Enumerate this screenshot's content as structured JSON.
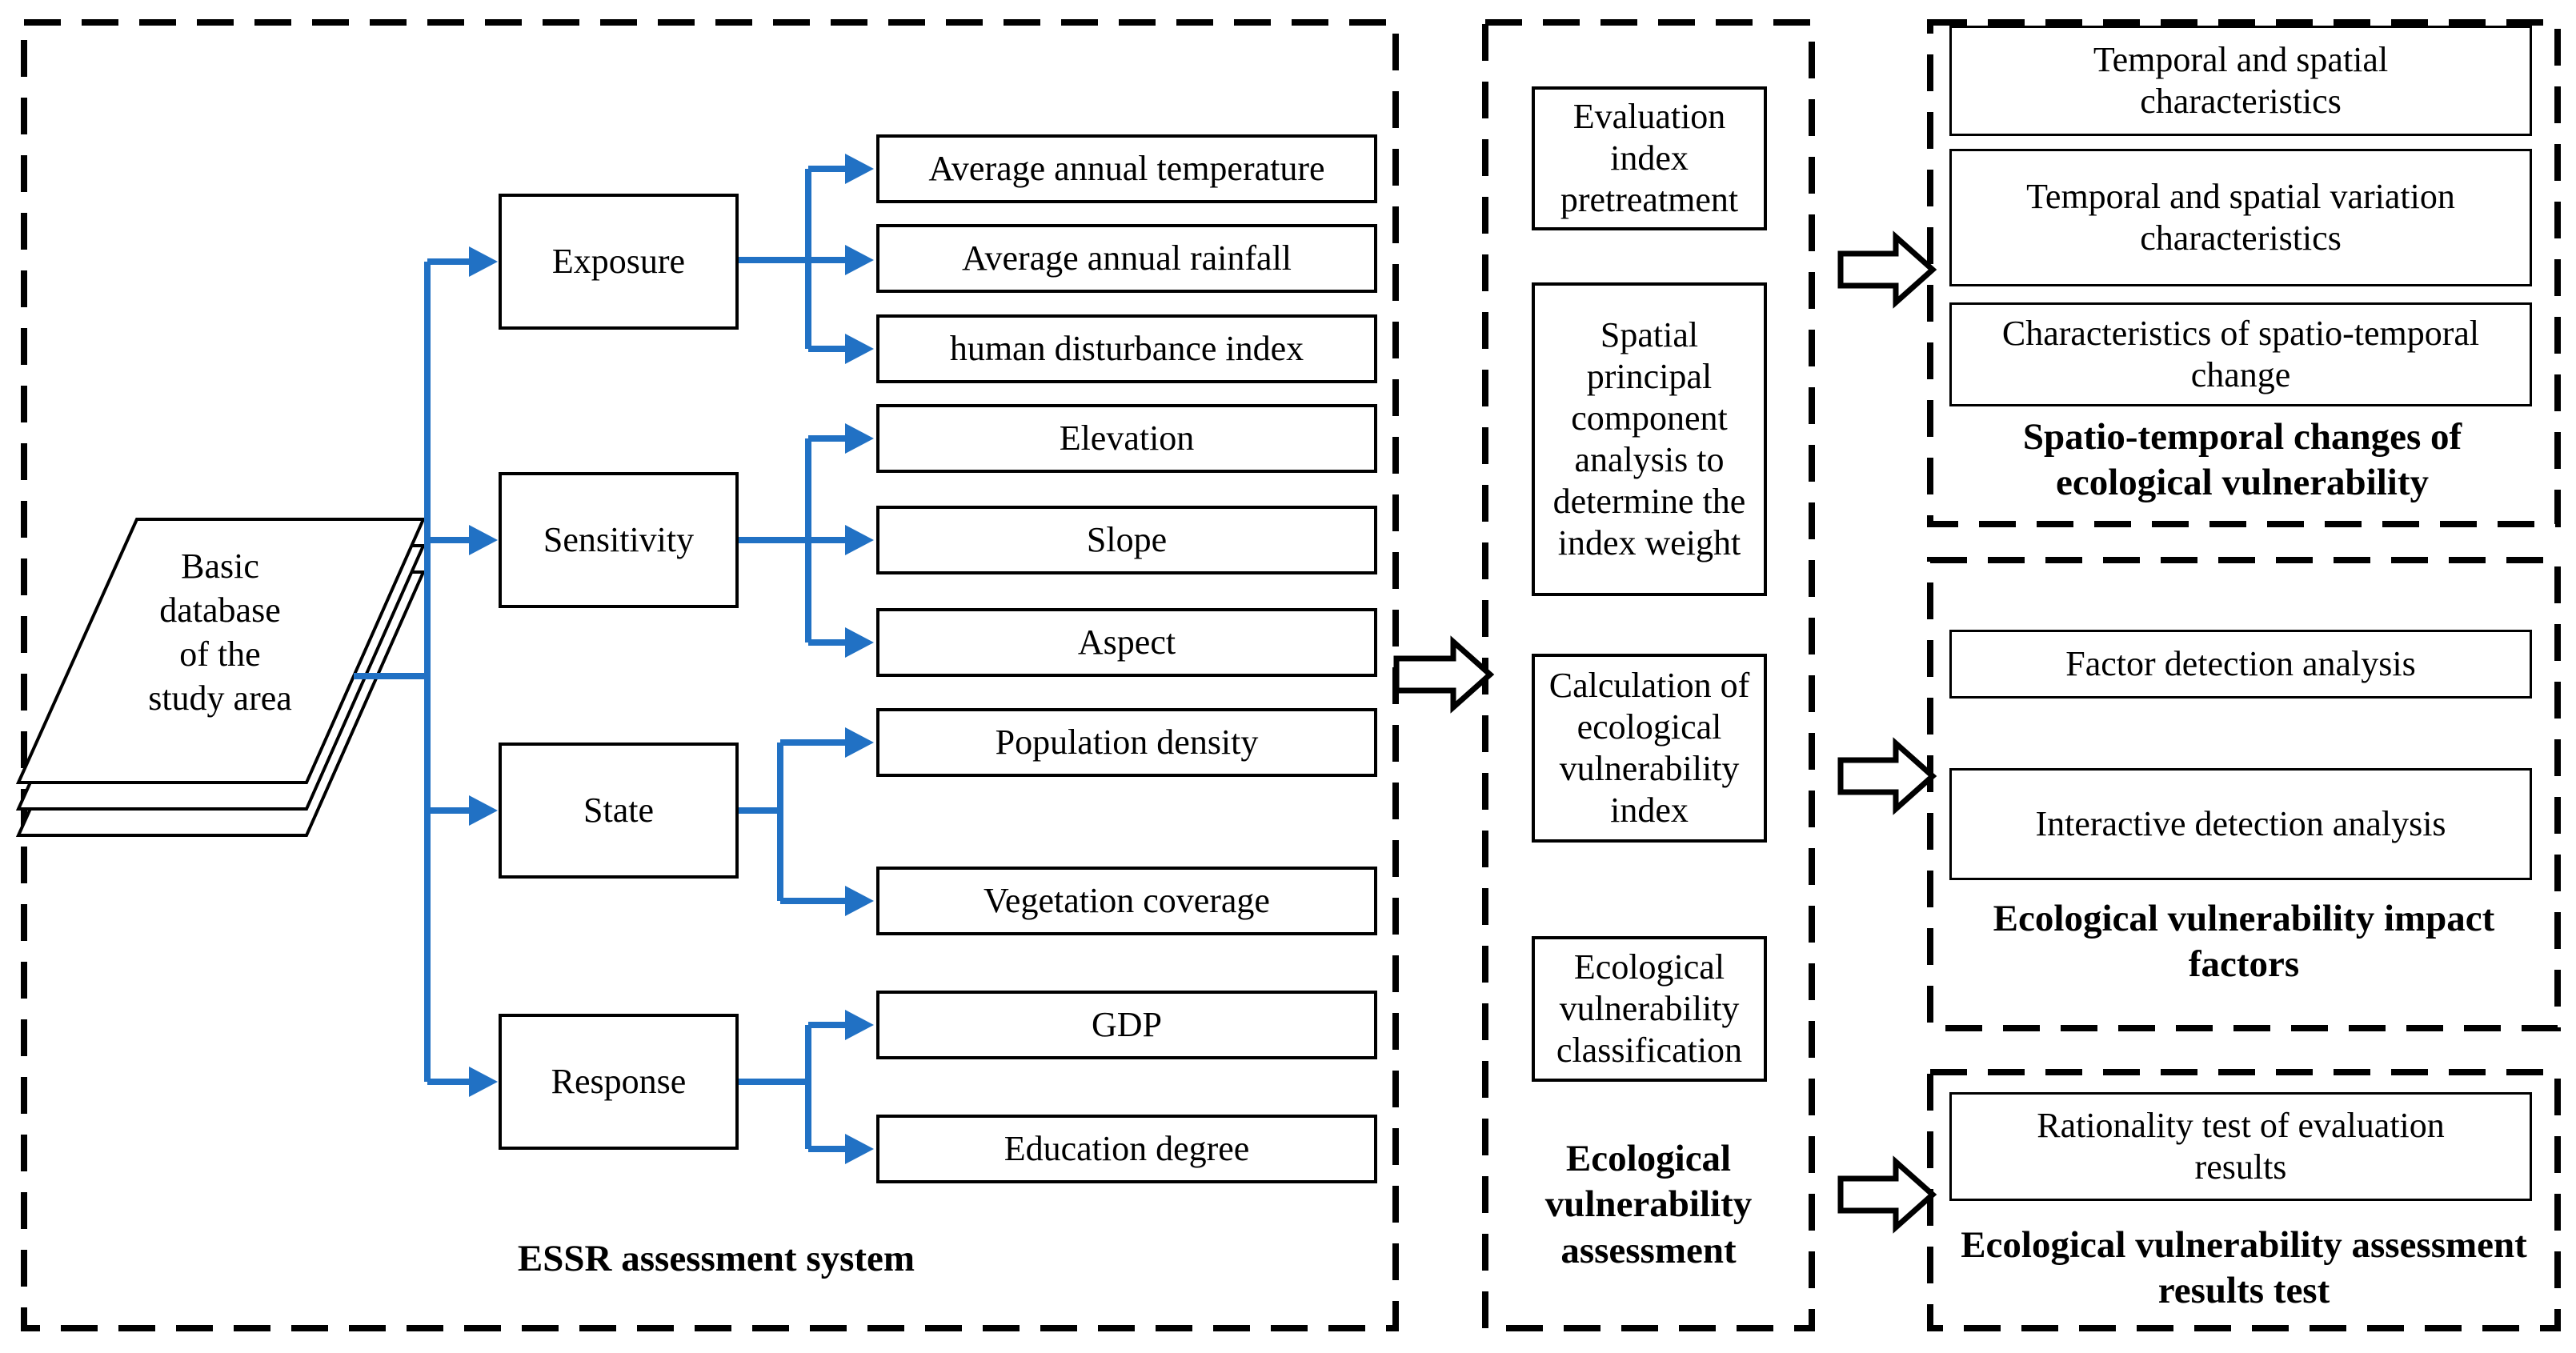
{
  "diagram": {
    "colors": {
      "connector_blue": "#2171C4",
      "line_black": "#000000",
      "background": "#FFFFFF"
    },
    "left_panel": {
      "caption": "ESSR assessment system",
      "database": {
        "line1": "Basic",
        "line2": "database",
        "line3": "of the",
        "line4": "study area"
      },
      "categories": [
        {
          "label": "Exposure",
          "children": [
            "Average annual temperature",
            "Average annual rainfall",
            "human disturbance index"
          ]
        },
        {
          "label": "Sensitivity",
          "children": [
            "Elevation",
            "Slope",
            "Aspect"
          ]
        },
        {
          "label": "State",
          "children": [
            "Population density",
            "Vegetation coverage"
          ]
        },
        {
          "label": "Response",
          "children": [
            "GDP",
            "Education degree"
          ]
        }
      ]
    },
    "middle_panel": {
      "caption": "Ecological vulnerability assessment",
      "steps": [
        "Evaluation index pretreatment",
        "Spatial principal component analysis to determine the index weight",
        "Calculation of ecological vulnerability index",
        "Ecological vulnerability classification"
      ]
    },
    "right_panels": [
      {
        "caption": "Spatio-temporal changes of ecological vulnerability",
        "items": [
          "Temporal and spatial characteristics",
          "Temporal and spatial variation characteristics",
          "Characteristics of spatio-temporal change"
        ]
      },
      {
        "caption": "Ecological vulnerability impact factors",
        "items": [
          "Factor detection analysis",
          "Interactive detection analysis"
        ]
      },
      {
        "caption": "Ecological vulnerability assessment results test",
        "items": [
          "Rationality test of evaluation results"
        ]
      }
    ]
  }
}
